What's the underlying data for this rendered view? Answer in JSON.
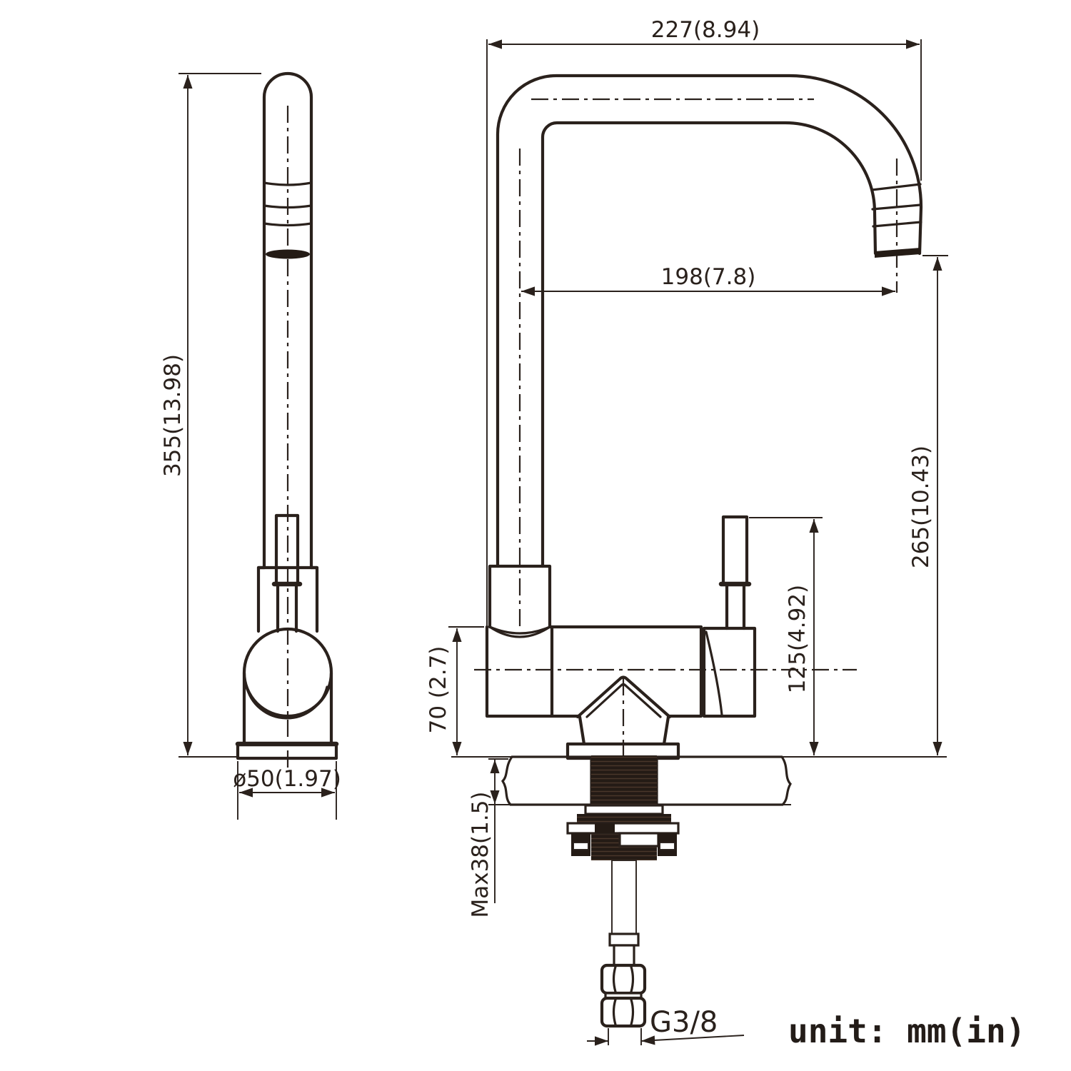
{
  "drawing": {
    "unit_note": "unit: mm(in)",
    "dimensions": {
      "overall_width": "227(8.94)",
      "spout_reach": "198(7.8)",
      "total_height": "355(13.98)",
      "spout_height": "265(10.43)",
      "handle_height": "125(4.92)",
      "body_height": "70 (2.7)",
      "base_diameter": "ø50(1.97)",
      "max_deck_thickness": "Max38(1.5)",
      "inlet_thread": "G3/8"
    },
    "colors": {
      "ink": "#2a211c",
      "background": "#ffffff"
    },
    "views": {
      "left": "faucet-side-view",
      "right": "faucet-front-view"
    }
  }
}
